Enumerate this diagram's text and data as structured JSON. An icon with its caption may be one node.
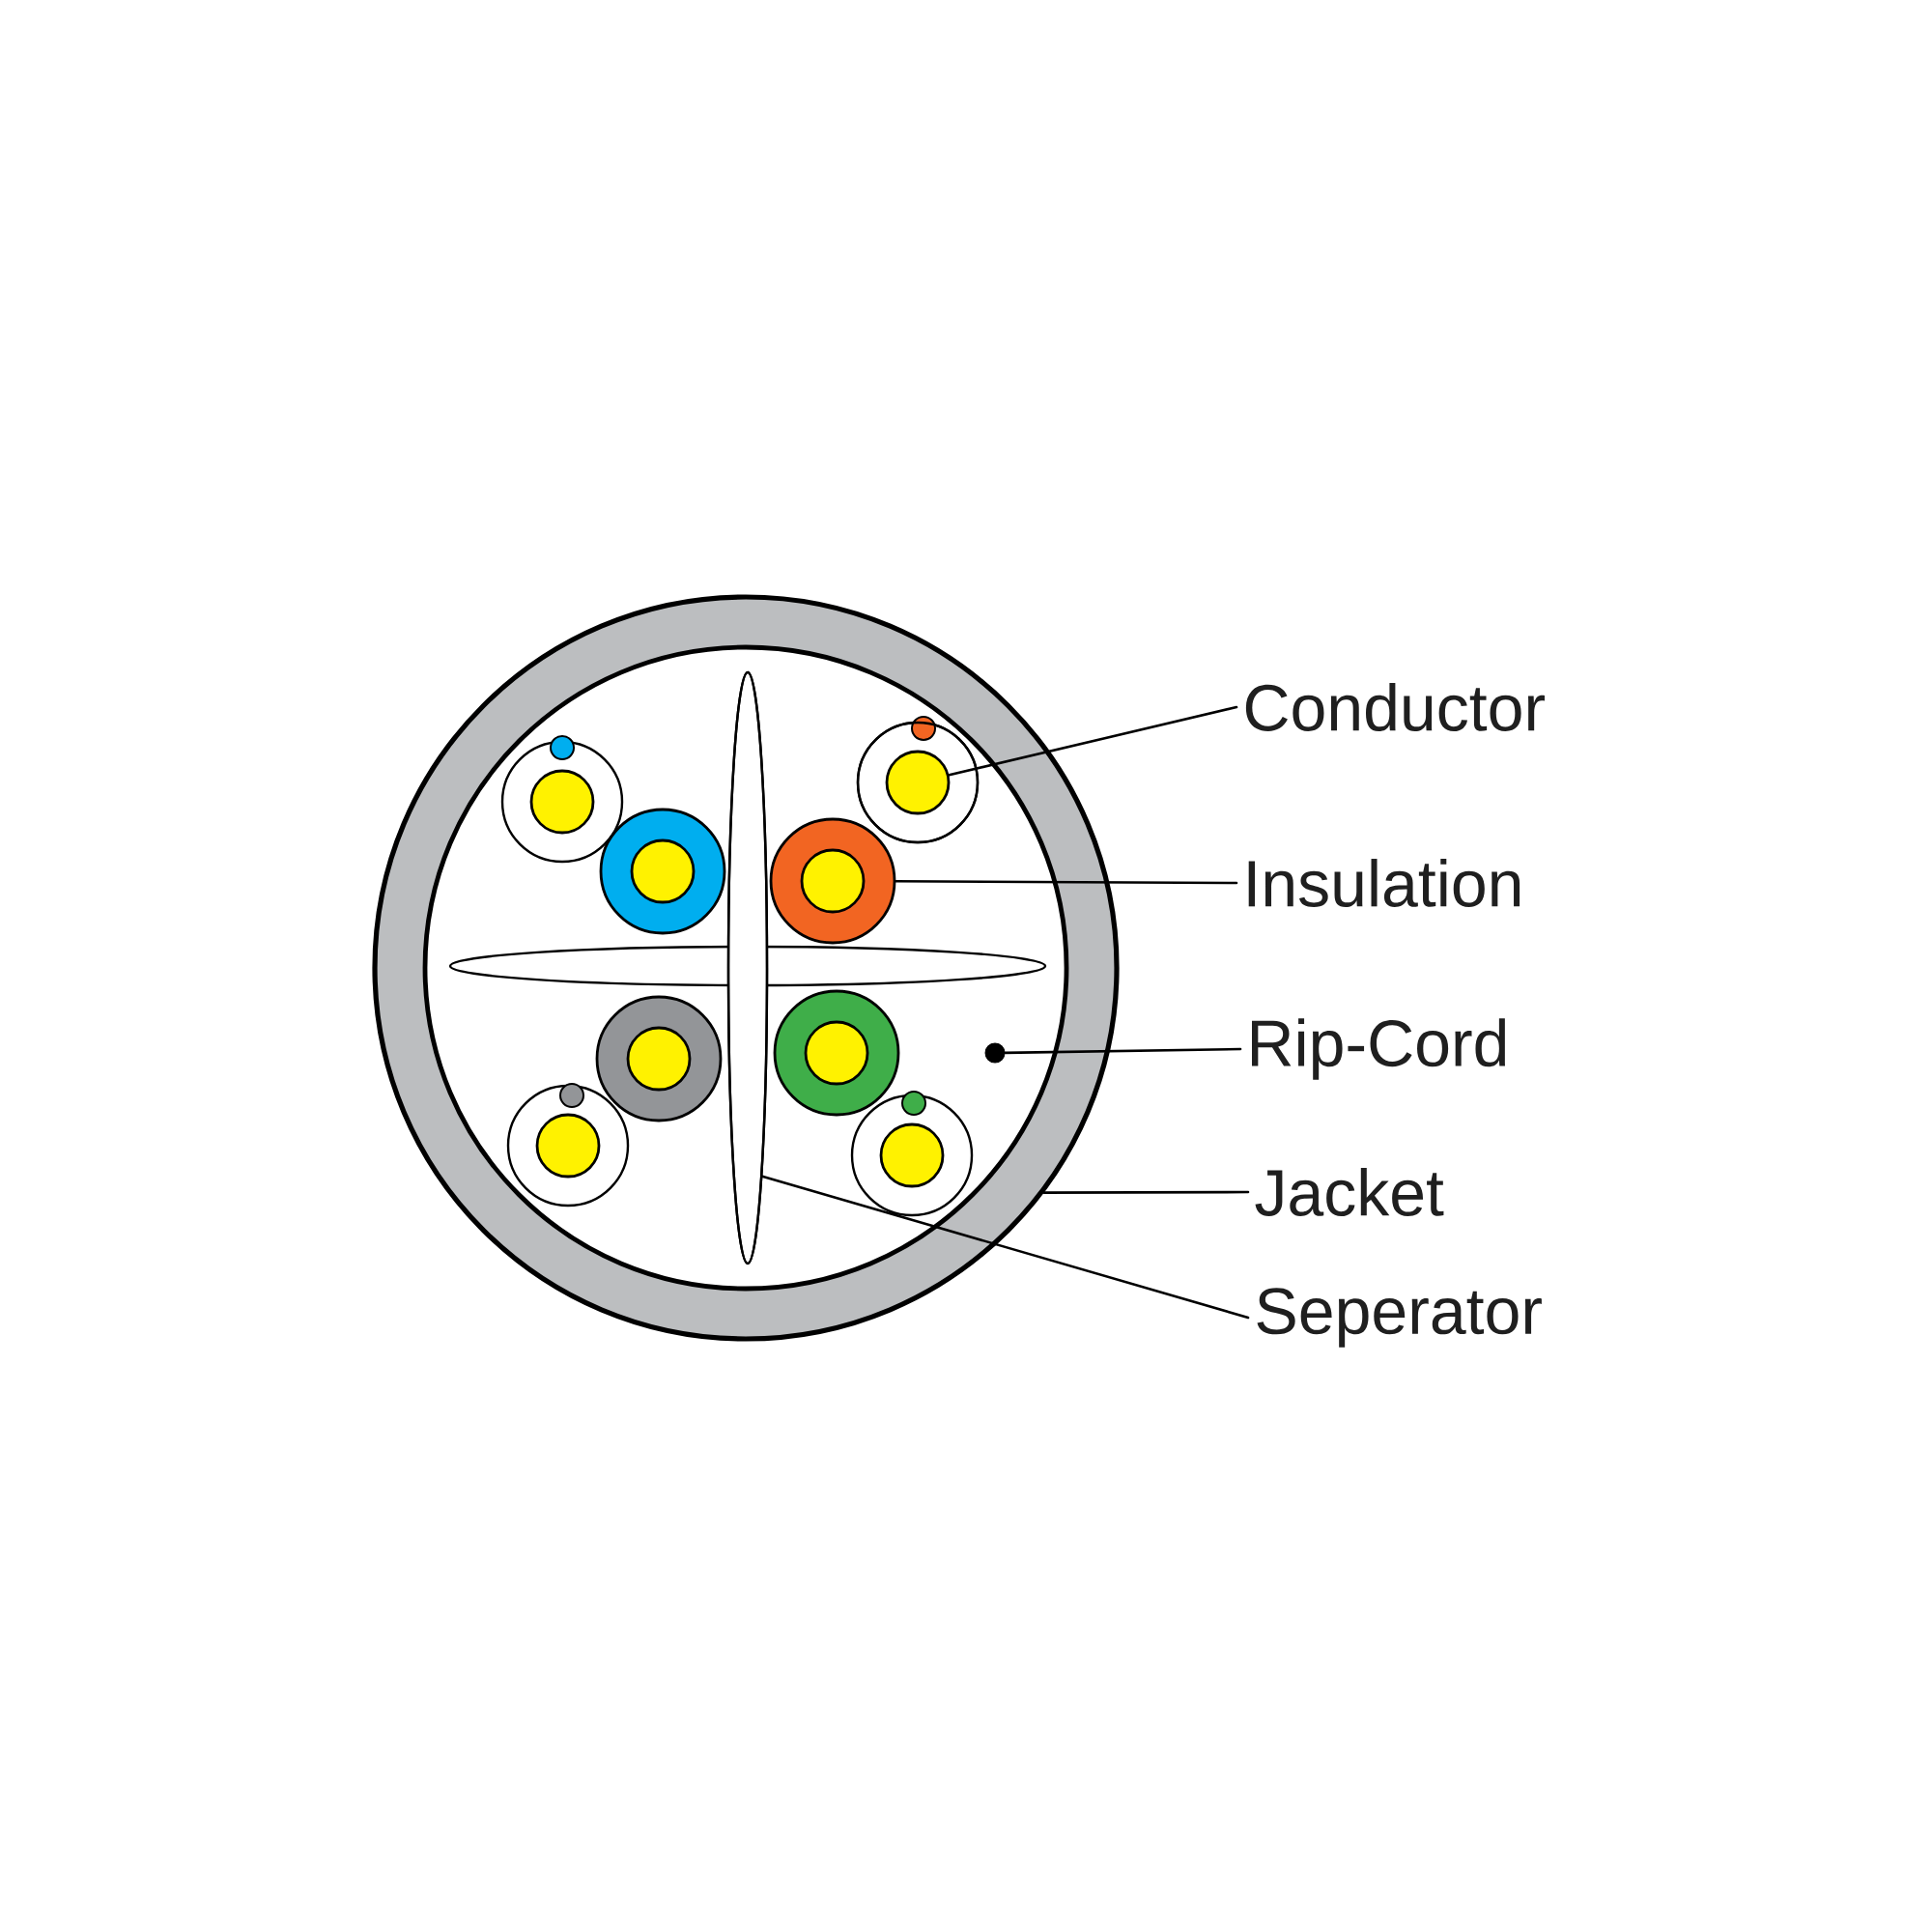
{
  "diagram": {
    "nodes": [
      {
        "text": [],
        "shape": "circle"
      },
      {
        "text": [],
        "shape": "ellipse",
        "in": 0
      },
      {
        "text": [],
        "shape": "circle",
        "in": 0
      },
      {
        "text": [],
        "shape": "circle",
        "in": 0
      },
      {
        "text": [],
        "shape": "circle",
        "in": 0
      },
      {
        "text": [
          "Conductor"
        ]
      },
      {
        "text": [
          "Insulation"
        ]
      },
      {
        "text": [
          "Rip-Cord"
        ]
      },
      {
        "text": [
          "Jacket"
        ]
      },
      {
        "text": [
          "Seperator"
        ]
      }
    ],
    "edges": [
      {
        "from": 5,
        "to": 2,
        "arrow": "none"
      },
      {
        "from": 6,
        "to": 3,
        "arrow": "none"
      },
      {
        "from": 7,
        "to": 4,
        "arrow": "none"
      },
      {
        "from": 8,
        "to": 0,
        "arrow": "none"
      },
      {
        "from": 9,
        "to": 1,
        "arrow": "none"
      }
    ]
  }
}
